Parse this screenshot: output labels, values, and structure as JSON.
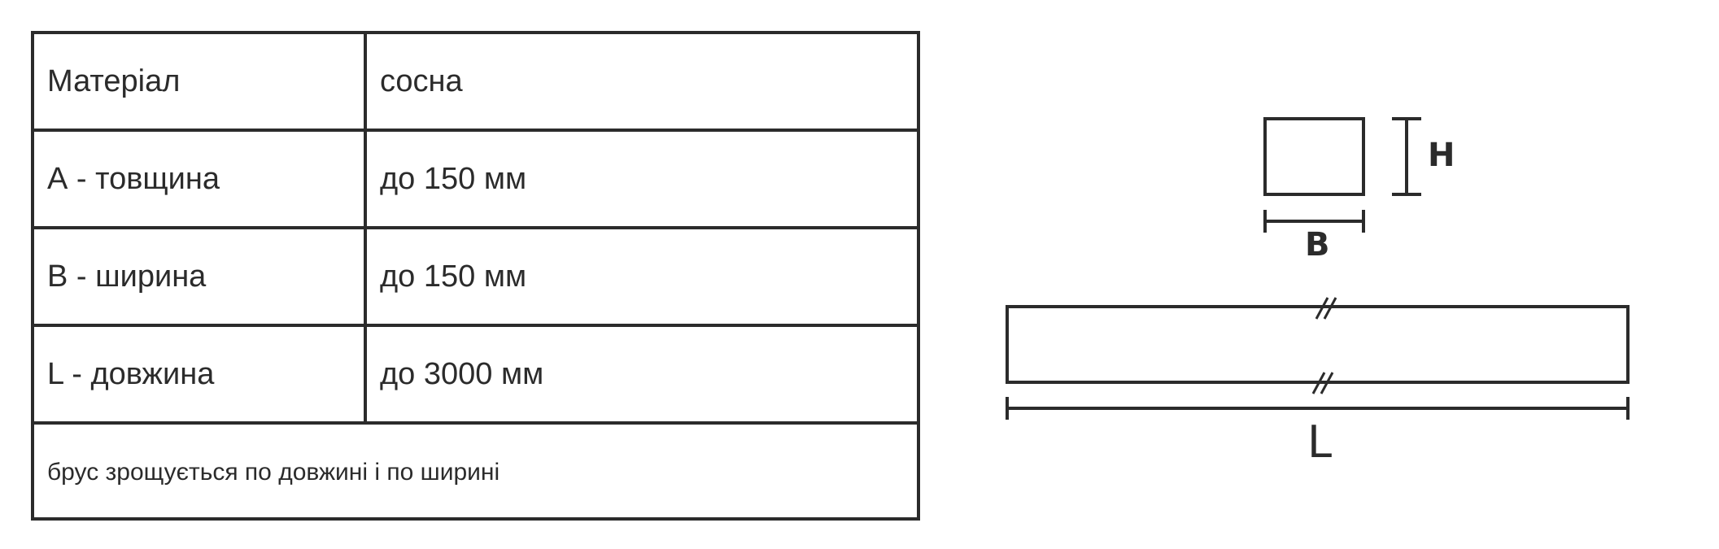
{
  "table": {
    "rows": [
      {
        "label": "Матеріал",
        "value": "сосна"
      },
      {
        "label": "А - товщина",
        "value": "до 150 мм"
      },
      {
        "label": "В - ширина",
        "value": "до 150 мм"
      },
      {
        "label": "L - довжина",
        "value": "до 3000 мм"
      }
    ],
    "note": "брус зрощується по довжині і по ширині"
  },
  "diagram": {
    "height_label": "H",
    "width_label": "B",
    "length_label": "L"
  }
}
